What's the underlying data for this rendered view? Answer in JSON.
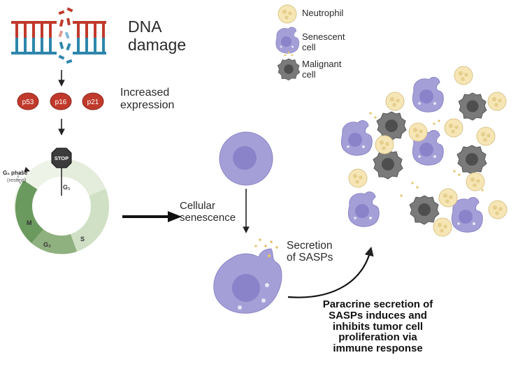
{
  "dna_damage": {
    "line1": "DNA",
    "line2": "damage"
  },
  "proteins": [
    "p53",
    "p16",
    "p21"
  ],
  "increased_expression": {
    "line1": "Increased",
    "line2": "expression"
  },
  "cell_cycle": {
    "stop": "STOP",
    "g0_phase": "G₀ phase",
    "resting": "(resting)",
    "phases": [
      "G₁",
      "S",
      "G₂",
      "M"
    ]
  },
  "cellular_senescence": {
    "line1": "Cellular",
    "line2": "senescence"
  },
  "secretion": {
    "line1": "Secretion",
    "line2": "of SASPs"
  },
  "legend": {
    "neutrophil": "Neutrophil",
    "senescent": {
      "line1": "Senescent",
      "line2": "cell"
    },
    "malignant": {
      "line1": "Malignant",
      "line2": "cell"
    }
  },
  "paracrine": {
    "line1": "Paracrine secretion of",
    "line2": "SASPs induces and",
    "line3": "inhibits tumor cell",
    "line4": "proliferation via",
    "line5": "immune response"
  },
  "colors": {
    "dna_red": "#c0392b",
    "dna_blue": "#2e86ab",
    "protein_red": "#c0392b",
    "senescent_purple": "#a59fd8",
    "malignant_gray": "#6d6d6d",
    "neutrophil_yellow": "#f7e6b5",
    "cycle_dark": "#6b9a5f",
    "cycle_light": "#dfe9d6"
  }
}
